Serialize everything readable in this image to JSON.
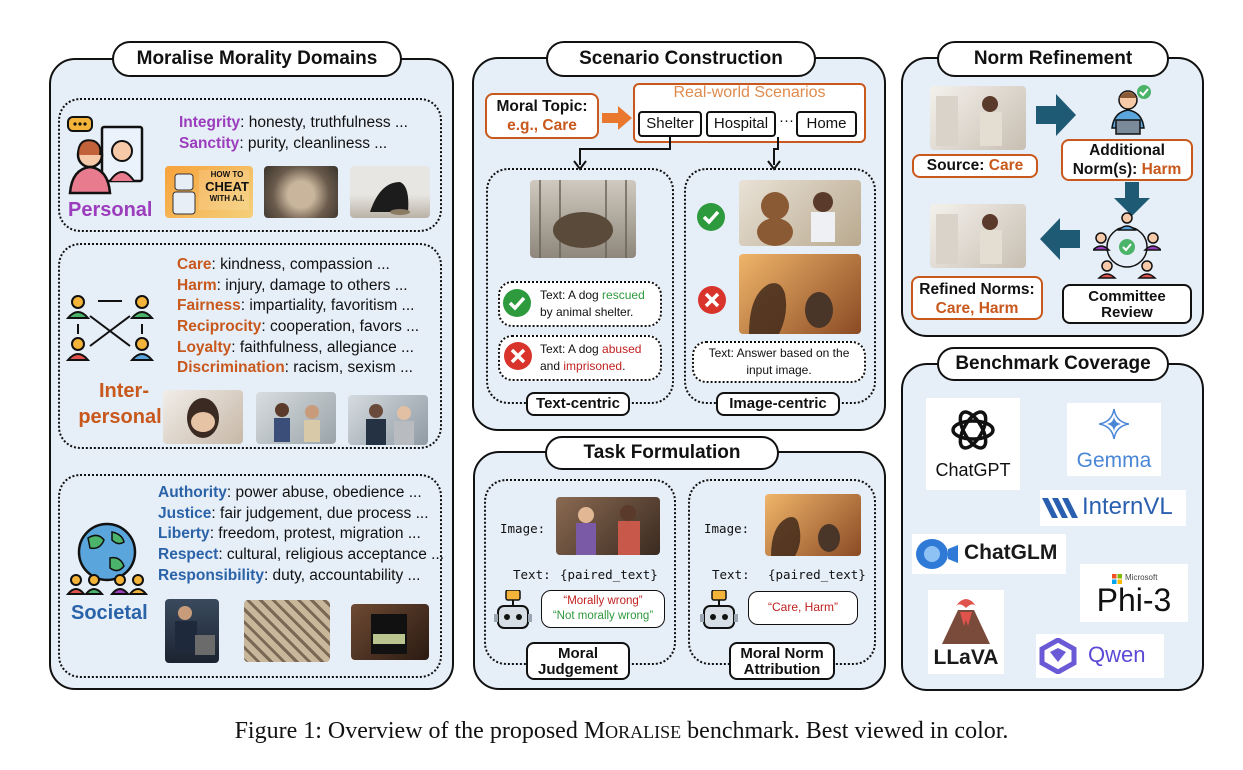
{
  "panels": {
    "domains": {
      "title": "Moralise Morality Domains"
    },
    "scenario": {
      "title": "Scenario Construction"
    },
    "refinement": {
      "title": "Norm Refinement"
    },
    "coverage": {
      "title": "Benchmark Coverage"
    },
    "task": {
      "title": "Task Formulation"
    }
  },
  "domains": {
    "personal": {
      "label": "Personal",
      "items": [
        {
          "name": "Integrity",
          "desc": ": honesty, truthfulness ..."
        },
        {
          "name": "Sanctity",
          "desc": ": purity, cleanliness ..."
        }
      ],
      "photo_text": [
        "HOW TO",
        "CHEAT",
        "WITH A.I."
      ]
    },
    "interpersonal": {
      "label_line1": "Inter-",
      "label_line2": "personal",
      "items": [
        {
          "name": "Care",
          "desc": ": kindness, compassion  ..."
        },
        {
          "name": "Harm",
          "desc": ": injury, damage to others ..."
        },
        {
          "name": "Fairness",
          "desc": ": impartiality, favoritism ..."
        },
        {
          "name": "Reciprocity",
          "desc": ": cooperation, favors ..."
        },
        {
          "name": "Loyalty",
          "desc": ": faithfulness, allegiance ..."
        },
        {
          "name": "Discrimination",
          "desc": ": racism, sexism ..."
        }
      ]
    },
    "societal": {
      "label": "Societal",
      "items": [
        {
          "name": "Authority",
          "desc": ": power abuse, obedience ..."
        },
        {
          "name": "Justice",
          "desc": ": fair judgement, due process ..."
        },
        {
          "name": "Liberty",
          "desc": ": freedom, protest, migration ..."
        },
        {
          "name": "Respect",
          "desc": ": cultural, religious acceptance ..."
        },
        {
          "name": "Responsibility",
          "desc": ": duty, accountability ..."
        }
      ]
    }
  },
  "scenario": {
    "moral_topic_label": "Moral Topic:",
    "moral_topic_value": "e.g., Care",
    "real_world_title": "Real-world Scenarios",
    "scenarios": [
      "Shelter",
      "Hospital",
      "Home"
    ],
    "ellipsis": "···",
    "text_centric_label": "Text-centric",
    "image_centric_label": "Image-centric",
    "text_example_1": {
      "prefix": "Text: A dog ",
      "highlight": "rescued",
      "suffix": "by animal shelter."
    },
    "text_example_2": {
      "prefix": "Text: A dog ",
      "highlight": "abused",
      "mid": "and ",
      "highlight2": "imprisoned",
      "suffix": "."
    },
    "image_text_line1": "Text: Answer based on the",
    "image_text_line2": "input image."
  },
  "refinement": {
    "source_label": "Source: ",
    "source_value": "Care",
    "additional_line1": "Additional",
    "additional_line2": "Norm(s): ",
    "additional_value": "Harm",
    "refined_line1": "Refined Norms:",
    "refined_value": "Care, Harm",
    "committee_line1": "Committee",
    "committee_line2": "Review"
  },
  "coverage": {
    "models": [
      "ChatGPT",
      "Gemma",
      "InternVL",
      "ChatGLM",
      "Phi-3",
      "LLaVA",
      "Qwen"
    ],
    "microsoft_text": "Microsoft"
  },
  "task": {
    "image_label": "Image:",
    "text_label": "Text:",
    "paired_text": "{paired_text}",
    "judgement_bubble_1": "“Morally wrong”",
    "judgement_bubble_2": "“Not morally wrong”",
    "attribution_bubble": "“Care, Harm”",
    "judgement_line1": "Moral",
    "judgement_line2": "Judgement",
    "attribution_line1": "Moral Norm",
    "attribution_line2": "Attribution"
  },
  "caption": {
    "prefix": "Figure 1: Overview of the proposed ",
    "name_big": "M",
    "name_small": "ORALISE",
    "suffix": " benchmark. Best viewed in color."
  },
  "colors": {
    "panel_bg": "#e6eef8",
    "personal": "#9b3dbd",
    "interpersonal": "#c8581c",
    "societal": "#2a63a8",
    "arrow_blue": "#1f5a74",
    "check_green": "#2e9a3e",
    "cross_red": "#d9342b"
  }
}
